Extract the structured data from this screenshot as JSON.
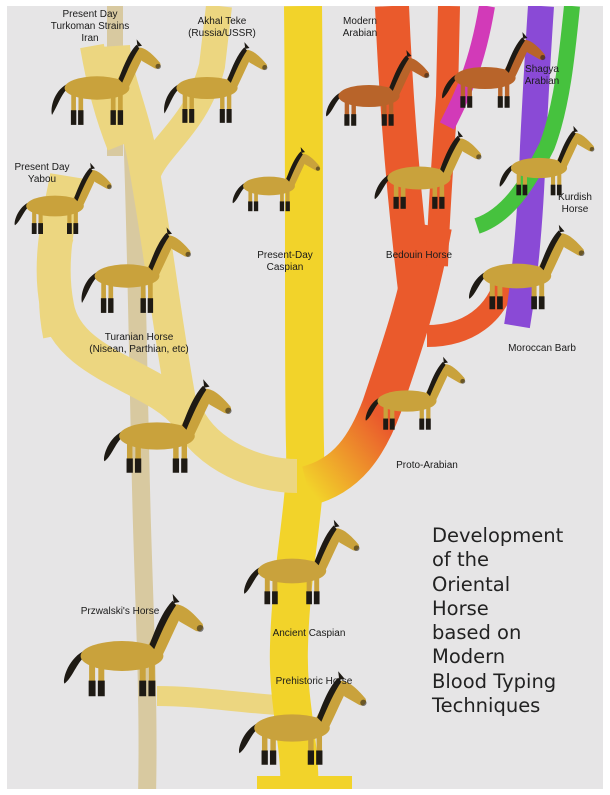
{
  "diagram": {
    "title_lines": [
      "Development",
      "of the",
      "Oriental",
      "Horse",
      "based on",
      "Modern",
      "Blood Typing",
      "Techniques"
    ],
    "labels": {
      "turkoman": [
        "Present Day",
        "Turkoman Strains",
        "Iran"
      ],
      "akhal": [
        "Akhal Teke",
        "(Russia/USSR)"
      ],
      "modern_arabian": [
        "Modern",
        "Arabian"
      ],
      "shagya": [
        "Shagya",
        "Arabian"
      ],
      "yabou": [
        "Present Day",
        "Yabou"
      ],
      "caspian_present": [
        "Present-Day",
        "Caspian"
      ],
      "bedouin": [
        "Bedouin Horse"
      ],
      "kurdish": [
        "Kurdish",
        "Horse"
      ],
      "turanian": [
        "Turanian Horse",
        "(Nisean, Parthian, etc)"
      ],
      "moroccan_barb": [
        "Moroccan Barb"
      ],
      "proto_arabian": [
        "Proto-Arabian"
      ],
      "przewalski": [
        "Przwalski's Horse"
      ],
      "ancient_caspian": [
        "Ancient Caspian"
      ],
      "prehistoric": [
        "Prehistoric Horse"
      ]
    },
    "colors": {
      "background": "#e6e5e6",
      "trunk_yellow": "#f2d32a",
      "pale_yellow": "#ecd680",
      "tan_branch": "#d8c9a0",
      "orange_red": "#ea5a2c",
      "magenta": "#d23ab8",
      "purple": "#8a4ad6",
      "green": "#46c23e",
      "horse_dun": "#c9a23c",
      "horse_bay": "#b8642a",
      "mane_dark": "#1e1a14"
    }
  }
}
